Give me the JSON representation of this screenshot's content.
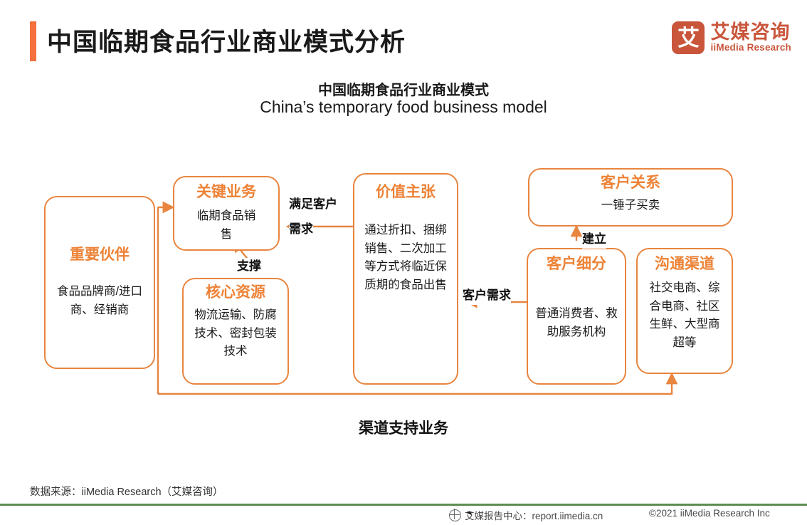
{
  "header": {
    "title": "中国临期食品行业商业模式分析",
    "accent_color": "#F4703C",
    "logo": {
      "mark": "艾",
      "name_cn": "艾媒咨询",
      "name_en": "iiMedia Research",
      "color": "#C9553B"
    }
  },
  "subtitle": {
    "cn": "中国临期食品行业商业模式",
    "en": "China’s temporary food business model"
  },
  "diagram": {
    "accent_color": "#E8853F",
    "title_color": "#ED8337",
    "boxes": [
      {
        "id": "key-partners",
        "title": "重要伙伴",
        "body": "食品品牌商/进口商、经销商"
      },
      {
        "id": "key-business",
        "title": "关键业务",
        "body": "临期食品销售"
      },
      {
        "id": "core-resources",
        "title": "核心资源",
        "body": "物流运输、防腐技术、密封包装技术"
      },
      {
        "id": "value-proposition",
        "title": "价值主张",
        "body": "通过折扣、捆绑销售、二次加工等方式将临近保质期的食品出售"
      },
      {
        "id": "customer-relationship",
        "title": "客户关系",
        "body": "一锤子买卖"
      },
      {
        "id": "customer-segments",
        "title": "客户细分",
        "body": "普通消费者、救助服务机构"
      },
      {
        "id": "channels",
        "title": "沟通渠道",
        "body": "社交电商、综合电商、社区生鲜、大型商超等"
      }
    ],
    "edge_labels": {
      "satisfy_demand_line1": "满足客户",
      "satisfy_demand_line2": "需求",
      "support": "支撑",
      "establish": "建立",
      "customer_demand": "客户需求"
    },
    "bottom_label": "渠道支持业务"
  },
  "footer": {
    "source": "数据来源：iiMedia Research（艾媒咨询）",
    "rule_color": "#5E8C55",
    "center_text": "艾媒报告中心：report.iimedia.cn",
    "right_text": "©2021  iiMedia Research  Inc"
  }
}
